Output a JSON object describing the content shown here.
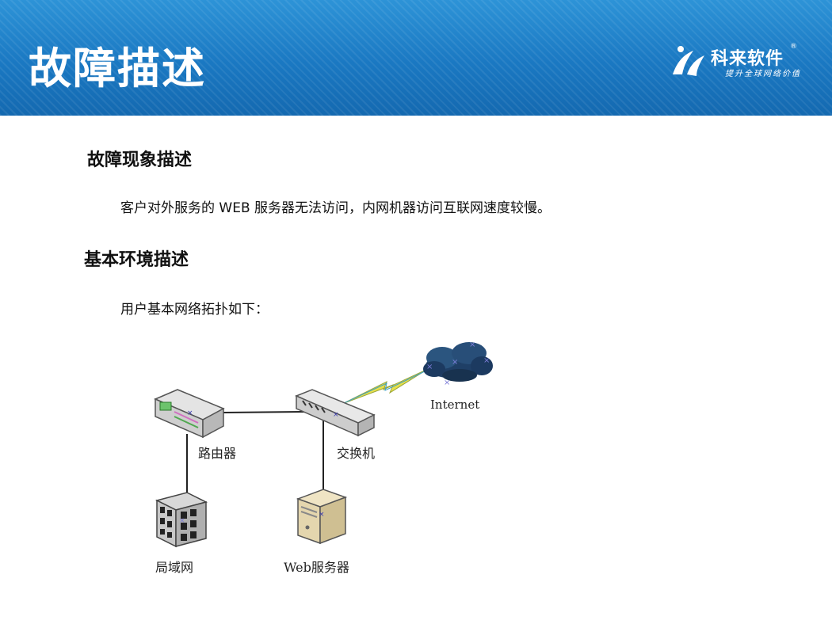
{
  "header": {
    "title": "故障描述",
    "logo_name": "科来软件",
    "logo_reg": "®",
    "logo_slogan": "提升全球网络价值"
  },
  "sections": [
    {
      "heading": "故障现象描述",
      "text": "客户对外服务的 WEB 服务器无法访问，内网机器访问互联网速度较慢。"
    },
    {
      "heading": "基本环境描述",
      "text": "用户基本网络拓扑如下："
    }
  ],
  "diagram": {
    "nodes": {
      "router": "路由器",
      "switch": "交换机",
      "internet": "Internet",
      "lan": "局域网",
      "web_server": "Web服务器"
    }
  },
  "colors": {
    "header_blue": "#1a78c2",
    "cloud": "#1f3f66",
    "lightning": "#e8e04a"
  }
}
